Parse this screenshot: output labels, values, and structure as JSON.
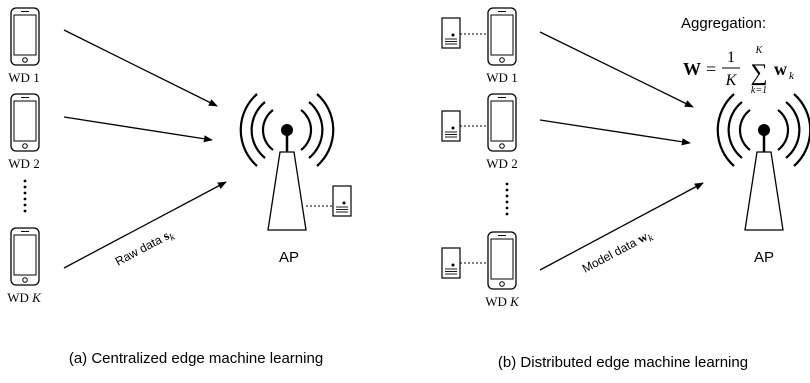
{
  "left_panel": {
    "devices": [
      {
        "label": "WD 1"
      },
      {
        "label": "WD 2"
      },
      {
        "label_prefix": "WD ",
        "label_var": "K"
      }
    ],
    "edge_label_text": "Raw data ",
    "edge_label_symbol": "s",
    "edge_label_sub": "k",
    "ap_label": "AP",
    "caption": "(a) Centralized edge machine learning"
  },
  "right_panel": {
    "devices": [
      {
        "label": "WD 1"
      },
      {
        "label": "WD 2"
      },
      {
        "label_prefix": "WD ",
        "label_var": "K"
      }
    ],
    "edge_label_text": "Model data ",
    "edge_label_symbol": "w",
    "edge_label_sub": "k",
    "ap_label": "AP",
    "aggregation_title": "Aggregation:",
    "formula": {
      "lhs": "W",
      "equals": "=",
      "numerator": "1",
      "denominator": "K",
      "sum_upper": "K",
      "sum_lower": "k=1",
      "sum_symbol": "∑",
      "term": "w",
      "term_sub": "k"
    },
    "caption": "(b) Distributed edge machine learning"
  }
}
